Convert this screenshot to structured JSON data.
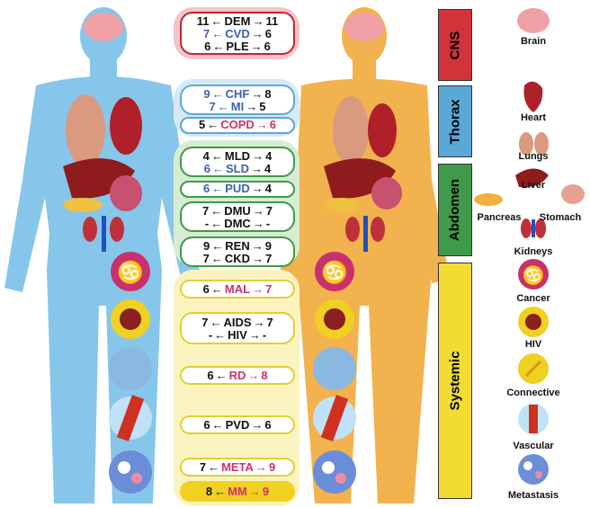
{
  "categories": [
    {
      "label": "CNS",
      "color": "#d2333a"
    },
    {
      "label": "Thorax",
      "color": "#5aa8d6"
    },
    {
      "label": "Abdomen",
      "color": "#3f9a4b"
    },
    {
      "label": "Systemic",
      "color": "#f0dc33"
    }
  ],
  "legend": {
    "brain": "Brain",
    "heart": "Heart",
    "lungs": "Lungs",
    "liver": "Liver",
    "pancreas": "Pancreas",
    "stomach": "Stomach",
    "kidneys": "Kidneys",
    "cancer": "Cancer",
    "hiv": "HIV",
    "connective": "Connective",
    "vascular": "Vascular",
    "metastasis": "Metastasis"
  },
  "arrows": {
    "left": "←",
    "right": "→"
  },
  "rows": [
    {
      "left": "11",
      "label": "DEM",
      "right": "11",
      "lc": "blk",
      "mc": "blk",
      "rc": "blk"
    },
    {
      "left": "7",
      "label": "CVD",
      "right": "6",
      "lc": "blu",
      "mc": "blu",
      "rc": "blk"
    },
    {
      "left": "6",
      "label": "PLE",
      "right": "6",
      "lc": "blk",
      "mc": "blk",
      "rc": "blk"
    },
    {
      "left": "9",
      "label": "CHF",
      "right": "8",
      "lc": "blu",
      "mc": "blu",
      "rc": "blk"
    },
    {
      "left": "7",
      "label": "MI",
      "right": "5",
      "lc": "blu",
      "mc": "blu",
      "rc": "blk"
    },
    {
      "left": "5",
      "label": "COPD",
      "right": "6",
      "lc": "blk",
      "mc": "pnk",
      "rc": "pnk"
    },
    {
      "left": "4",
      "label": "MLD",
      "right": "4",
      "lc": "blk",
      "mc": "blk",
      "rc": "blk"
    },
    {
      "left": "6",
      "label": "SLD",
      "right": "4",
      "lc": "blu",
      "mc": "blu",
      "rc": "blk"
    },
    {
      "left": "6",
      "label": "PUD",
      "right": "4",
      "lc": "blu",
      "mc": "blu",
      "rc": "blk"
    },
    {
      "left": "7",
      "label": "DMU",
      "right": "7",
      "lc": "blk",
      "mc": "blk",
      "rc": "blk"
    },
    {
      "left": "-",
      "label": "DMC",
      "right": "-",
      "lc": "blk",
      "mc": "blk",
      "rc": "blk"
    },
    {
      "left": "9",
      "label": "REN",
      "right": "9",
      "lc": "blk",
      "mc": "blk",
      "rc": "blk"
    },
    {
      "left": "7",
      "label": "CKD",
      "right": "7",
      "lc": "blk",
      "mc": "blk",
      "rc": "blk"
    },
    {
      "left": "6",
      "label": "MAL",
      "right": "7",
      "lc": "blk",
      "mc": "pnk",
      "rc": "pnk"
    },
    {
      "left": "7",
      "label": "AIDS",
      "right": "7",
      "lc": "blk",
      "mc": "blk",
      "rc": "blk"
    },
    {
      "left": "-",
      "label": "HIV",
      "right": "-",
      "lc": "blk",
      "mc": "blk",
      "rc": "blk"
    },
    {
      "left": "6",
      "label": "RD",
      "right": "8",
      "lc": "blk",
      "mc": "pnk",
      "rc": "pnk"
    },
    {
      "left": "6",
      "label": "PVD",
      "right": "6",
      "lc": "blk",
      "mc": "blk",
      "rc": "blk"
    },
    {
      "left": "7",
      "label": "META",
      "right": "9",
      "lc": "blk",
      "mc": "pnk",
      "rc": "pnk"
    },
    {
      "left": "8",
      "label": "MM",
      "right": "9",
      "lc": "blk",
      "mc": "pnk",
      "rc": "pnk"
    }
  ]
}
